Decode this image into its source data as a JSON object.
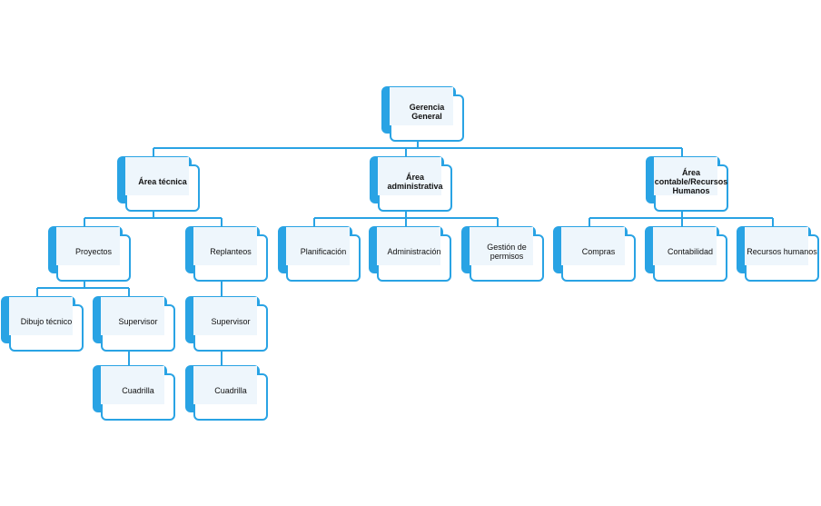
{
  "colors": {
    "accent": "#29a3e4",
    "connector": "#29a3e4",
    "inner": "#eef6fc"
  },
  "nodes": {
    "gerencia": "Gerencia General",
    "tecnica": "Área técnica",
    "administrativa": "Área administrativa",
    "contable": "Área contable/Recursos Humanos",
    "proyectos": "Proyectos",
    "replanteos": "Replanteos",
    "planificacion": "Planificación",
    "administracion": "Administración",
    "permisos": "Gestión de permisos",
    "compras": "Compras",
    "contabilidad": "Contabilidad",
    "rrhh": "Recursos humanos",
    "dibujo": "Dibujo técnico",
    "supervisor_proyectos": "Supervisor",
    "supervisor_replanteos": "Supervisor",
    "cuadrilla_proyectos": "Cuadrilla",
    "cuadrilla_replanteos": "Cuadrilla"
  }
}
